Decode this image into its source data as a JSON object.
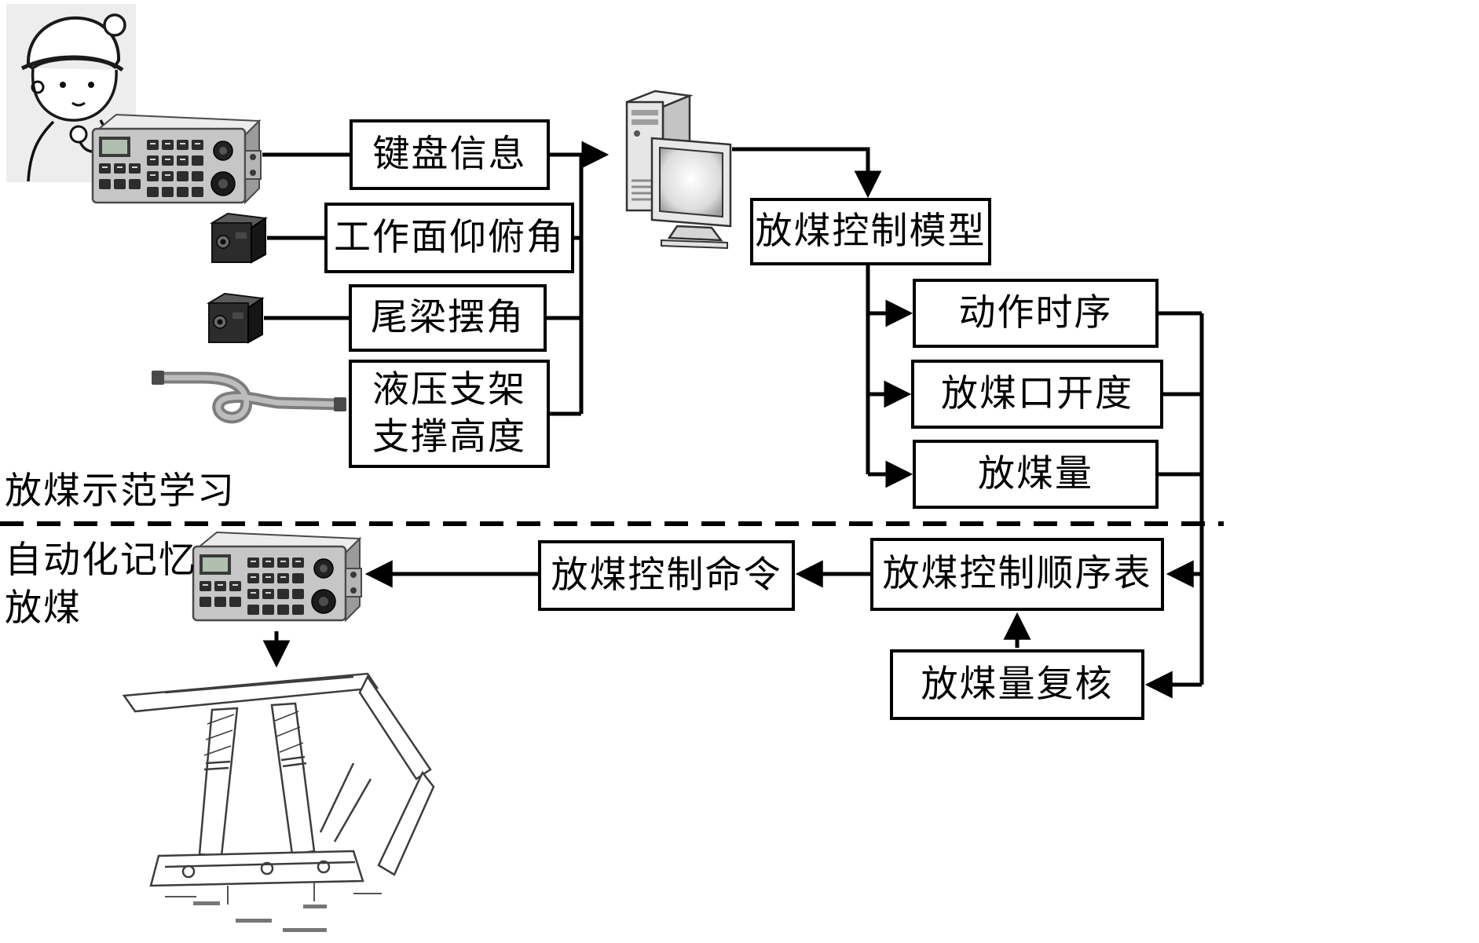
{
  "sections": {
    "top": {
      "label": "放煤示范学习"
    },
    "bottom": {
      "label": "自动化记忆\n放煤"
    }
  },
  "boxes": {
    "keyboard_info": "键盘信息",
    "face_pitch_angle": "工作面仰俯角",
    "tail_beam_angle": "尾梁摆角",
    "support_height": "液压支架\n支撑高度",
    "control_model": "放煤控制模型",
    "action_sequence": "动作时序",
    "opening_degree": "放煤口开度",
    "coal_amount": "放煤量",
    "control_command": "放煤控制命令",
    "sequence_table": "放煤控制顺序表",
    "amount_recheck": "放煤量复核"
  },
  "icons": {
    "miner_operator": "miner-operator-illustration",
    "remote_controller": "mining-remote-controller",
    "tilt_sensor": "tilt-sensor-block",
    "hydraulic_hose": "hydraulic-hose",
    "computer": "desktop-computer",
    "hydraulic_support": "hydraulic-support-drawing"
  },
  "colors": {
    "line": "#000000",
    "box_border": "#000000",
    "box_background": "#ffffff",
    "canvas_background": "#ffffff"
  }
}
